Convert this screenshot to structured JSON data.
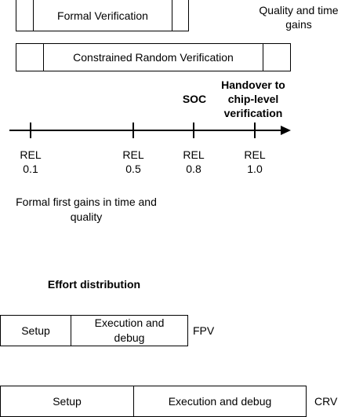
{
  "bars": {
    "formal": {
      "label": "Formal Verification"
    },
    "constrained": {
      "label": "Constrained Random Verification"
    }
  },
  "notes": {
    "quality_gains": "Quality and time gains",
    "formal_first": "Formal first gains in time and quality"
  },
  "timeline": {
    "milestones": [
      {
        "rel": "REL",
        "value": "0.1",
        "above": ""
      },
      {
        "rel": "REL",
        "value": "0.5",
        "above": ""
      },
      {
        "rel": "REL",
        "value": "0.8",
        "above": "SOC"
      },
      {
        "rel": "REL",
        "value": "1.0",
        "above": "Handover to chip-level verification"
      }
    ]
  },
  "effort": {
    "title": "Effort distribution",
    "fpv": {
      "setup": "Setup",
      "execution": "Execution and debug",
      "label": "FPV"
    },
    "crv": {
      "setup": "Setup",
      "execution": "Execution and debug",
      "label": "CRV"
    }
  }
}
